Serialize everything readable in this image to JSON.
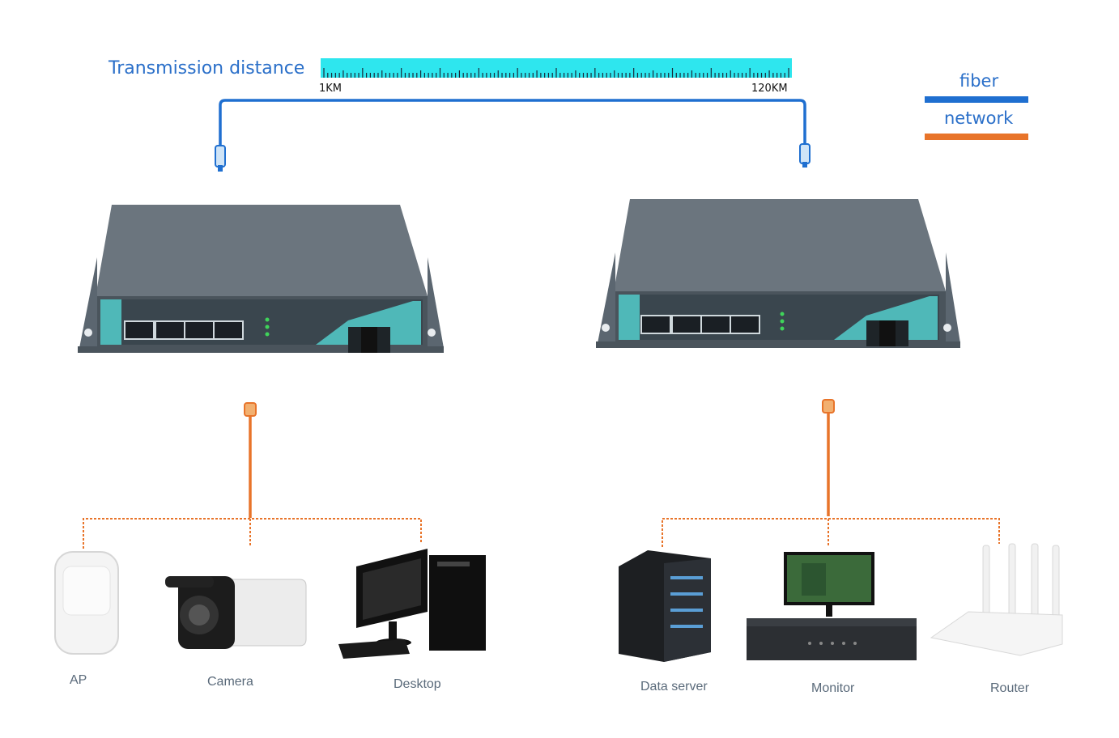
{
  "title": "Transmission distance",
  "ruler": {
    "start_label": "1KM",
    "end_label": "120KM"
  },
  "legend": {
    "items": [
      {
        "label": "fiber",
        "color": "#1f6fd0"
      },
      {
        "label": "network",
        "color": "#e8742a"
      }
    ]
  },
  "colors": {
    "ruler_fill": "#2ee6ee",
    "fiber": "#1f6fd0",
    "network": "#e8742a",
    "device_body": "#5b6670",
    "device_panel": "#2f3940",
    "device_accent": "#4fb8b8"
  },
  "left_devices": [
    "AP",
    "Camera",
    "Desktop"
  ],
  "right_devices": [
    "Data server",
    "Monitor",
    "Router"
  ]
}
